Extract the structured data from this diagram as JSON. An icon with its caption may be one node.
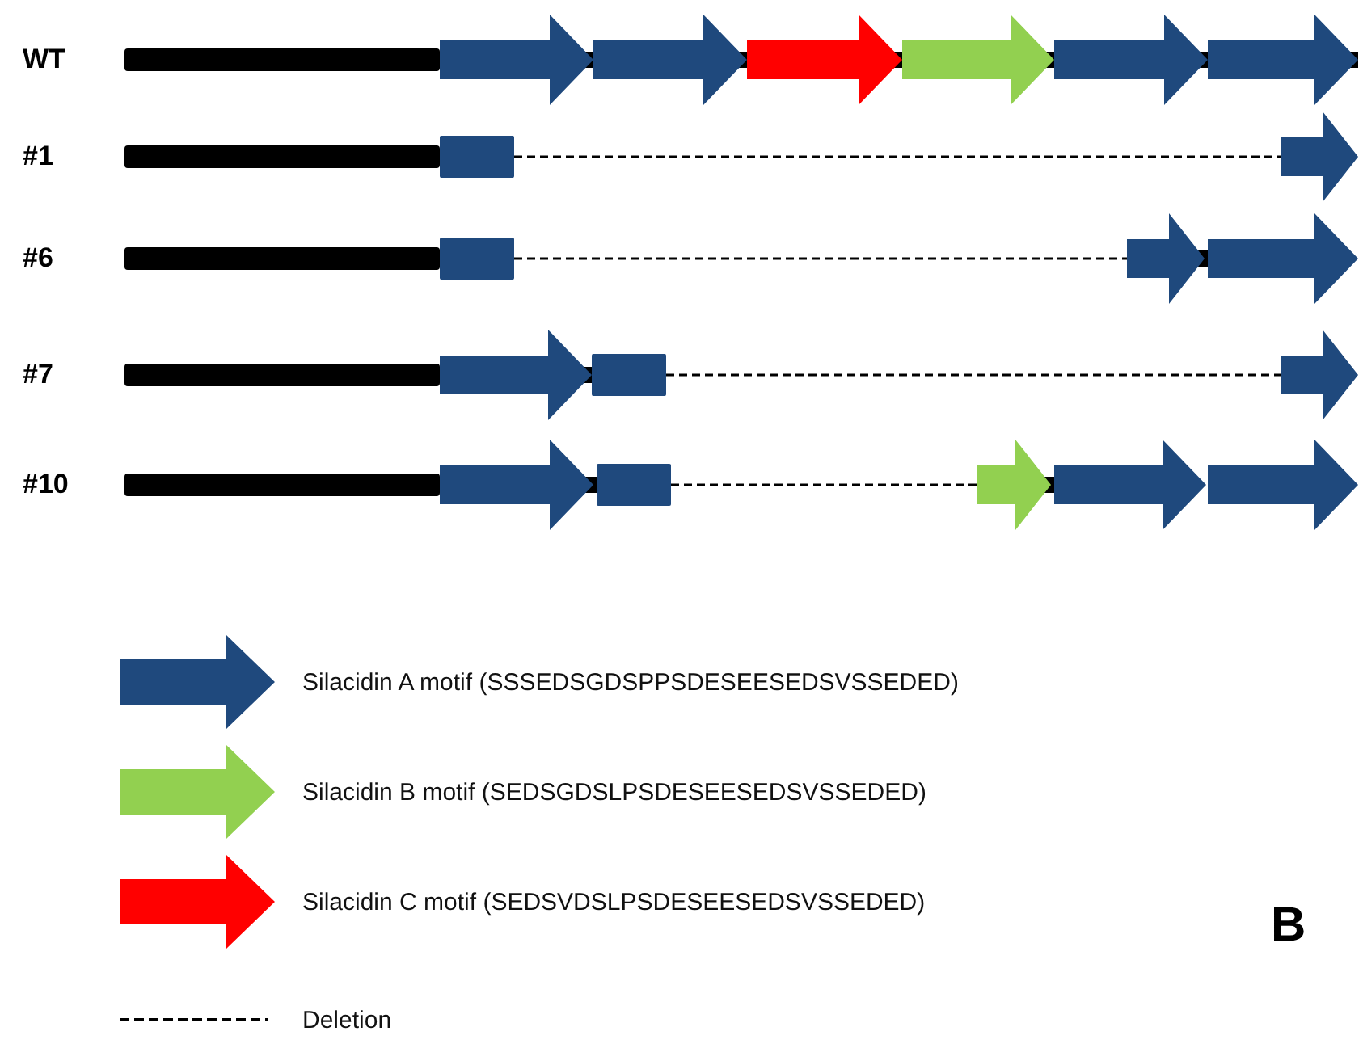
{
  "diagram": {
    "labels": [
      "WT",
      "#1",
      "#6",
      "#7",
      "#10",
      "B"
    ],
    "legend": [
      {
        "text": "Silacidin A motif (SSSEDSGDSPPSDESEESEDSVSSEDED)",
        "color": "#1f497d"
      },
      {
        "text": "Silacidin B motif (SEDSGDSLPSDESEESEDSVSSEDED)",
        "color": "#92d050"
      },
      {
        "text": "Silacidin C motif (SEDSVDSLPSDESEESEDSVSSEDED)",
        "color": "#ff0000"
      },
      {
        "text": "Deletion"
      }
    ]
  }
}
